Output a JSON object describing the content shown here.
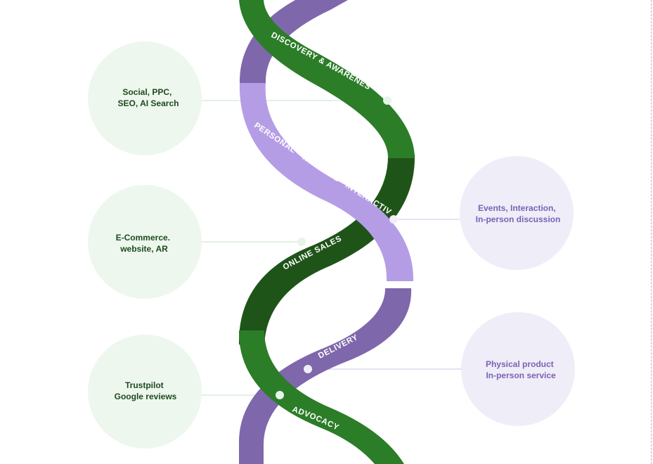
{
  "stages": {
    "discovery": "DISCOVERY & AWARENESS",
    "personal": "PERSONAL - TANGIBLE - INTERACTIVE",
    "online_sales": "ONLINE SALES",
    "delivery": "DELIVERY",
    "advocacy": "ADVOCACY"
  },
  "touchpoints": {
    "social": [
      "Social, PPC,",
      "SEO, AI Search"
    ],
    "ecommerce": [
      "E-Commerce.",
      "website, AR"
    ],
    "reviews": [
      "Trustpilot",
      "Google reviews"
    ],
    "events": [
      "Events, Interaction,",
      "In-person discussion"
    ],
    "physical": [
      "Physical product",
      "In-person service"
    ]
  },
  "colors": {
    "green_band": "#2b7d27",
    "dark_green_band": "#1f5419",
    "purple_band": "#7e67ab",
    "light_purple_band": "#b59de6",
    "green_circle": "#edf7ee",
    "purple_circle": "#efedf8"
  }
}
